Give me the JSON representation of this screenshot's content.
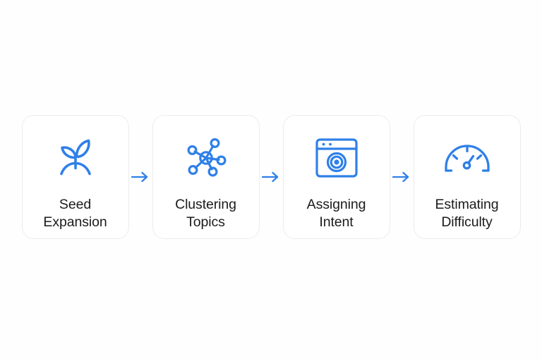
{
  "diagram": {
    "title": "Seed Expansion to Estimating Difficulty pipeline",
    "background_color": "#fefefe",
    "accent_color": "#2f80e8",
    "card_border_color": "#ececee",
    "card_background": "#ffffff",
    "label_color": "#1b1b1d",
    "steps": [
      {
        "index": 1,
        "label": "Seed\nExpansion",
        "line1": "Seed",
        "line2": "Expansion",
        "icon": "sprout-icon",
        "icon_description": "seedling sprout with two leaves on a mound"
      },
      {
        "index": 2,
        "label": "Clustering\nTopics",
        "line1": "Clustering",
        "line2": "Topics",
        "icon": "network-nodes-icon",
        "icon_description": "hub and spoke node cluster graph"
      },
      {
        "index": 3,
        "label": "Assigning\nIntent",
        "line1": "Assigning",
        "line2": "Intent",
        "icon": "browser-target-icon",
        "icon_description": "browser window containing a bullseye target"
      },
      {
        "index": 4,
        "label": "Estimating\nDifficulty",
        "line1": "Estimating",
        "line2": "Difficulty",
        "icon": "gauge-icon",
        "icon_description": "semicircular speedometer gauge with needle"
      }
    ],
    "connectors": [
      {
        "index": 1,
        "icon": "arrow-right-icon",
        "from": "Seed Expansion",
        "to": "Clustering Topics"
      },
      {
        "index": 2,
        "icon": "arrow-right-icon",
        "from": "Clustering Topics",
        "to": "Assigning Intent"
      },
      {
        "index": 3,
        "icon": "arrow-right-icon",
        "from": "Assigning Intent",
        "to": "Estimating Difficulty"
      }
    ]
  }
}
